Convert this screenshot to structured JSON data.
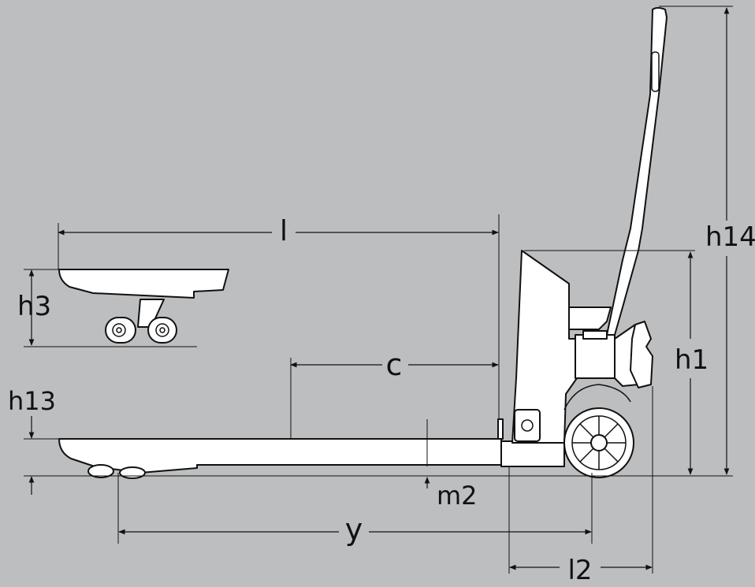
{
  "diagram": {
    "background": "#bdbec0",
    "line_color": "#111111",
    "body_color": "#ffffff",
    "labels": {
      "l": "l",
      "c": "c",
      "h3": "h3",
      "h13": "h13",
      "h1": "h1",
      "h14": "h14",
      "m2": "m2",
      "y": "y",
      "l2": "l2"
    }
  }
}
